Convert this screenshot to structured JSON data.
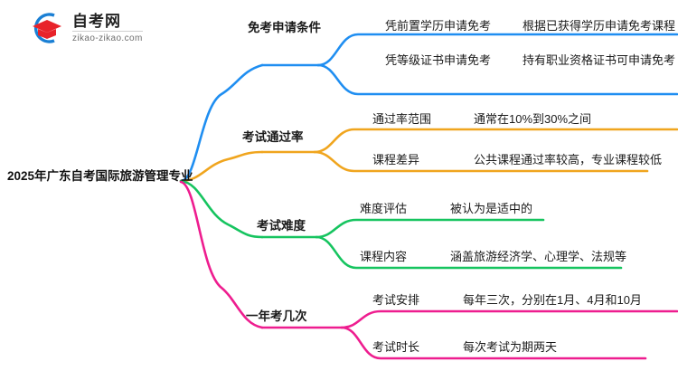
{
  "logo": {
    "name": "自考网",
    "domain": "zikao-zikao.com",
    "mark_colors": {
      "arc": "#1a7fd4",
      "cap": "#e8232a"
    }
  },
  "mindmap": {
    "root": "2025年广东自考国际旅游管理专业",
    "branches": [
      {
        "label": "免考申请条件",
        "color": "#1f8ef1",
        "items": [
          {
            "label": "凭前置学历申请免考",
            "desc": "根据已获得学历申请免考课程"
          },
          {
            "label": "凭等级证书申请免考",
            "desc": "持有职业资格证书可申请免考"
          }
        ]
      },
      {
        "label": "考试通过率",
        "color": "#f0a51e",
        "items": [
          {
            "label": "通过率范围",
            "desc": "通常在10%到30%之间"
          },
          {
            "label": "课程差异",
            "desc": "公共课程通过率较高，专业课程较低"
          }
        ]
      },
      {
        "label": "考试难度",
        "color": "#16c45f",
        "items": [
          {
            "label": "难度评估",
            "desc": "被认为是适中的"
          },
          {
            "label": "课程内容",
            "desc": "涵盖旅游经济学、心理学、法规等"
          }
        ]
      },
      {
        "label": "一年考几次",
        "color": "#ee1d8f",
        "items": [
          {
            "label": "考试安排",
            "desc": "每年三次，分别在1月、4月和10月"
          },
          {
            "label": "考试时长",
            "desc": "每次考试为期两天"
          }
        ]
      }
    ]
  }
}
